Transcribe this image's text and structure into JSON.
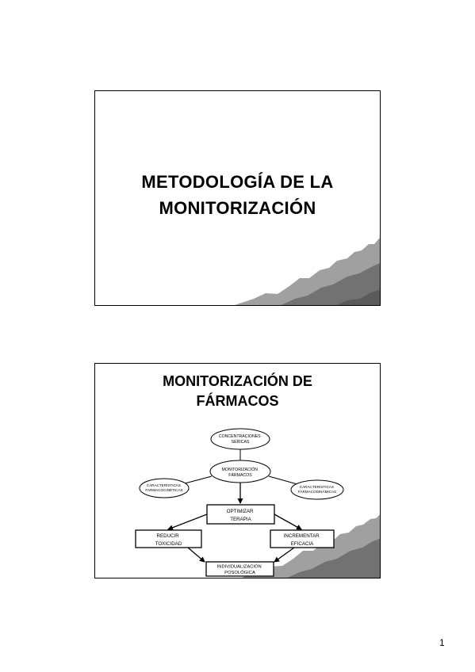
{
  "slides": [
    {
      "title_lines": [
        "METODOLOGÍA DE LA",
        "MONITORIZACIÓN"
      ]
    },
    {
      "title_lines": [
        "MONITORIZACIÓN DE",
        "FÁRMACOS"
      ],
      "diagram": {
        "concentraciones_lines": [
          "CONCENTRACIONES",
          "SÉRICAS"
        ],
        "monitorizacion_lines": [
          "MONITORIZACIÓN",
          "FÁRMACOS"
        ],
        "farmacocineticas_lines": [
          "CARACTERÍSTICAS",
          "FARMACOCINÉTICAS"
        ],
        "farmacodinamicas_lines": [
          "CARACTERÍSTICAS",
          "FARMACODINÁMICAS"
        ],
        "optimizar_lines": [
          "OPTIMIZAR",
          "TERAPIA"
        ],
        "reducir_lines": [
          "REDUCIR",
          "TOXICIDAD"
        ],
        "incrementar_lines": [
          "INCREMENTAR",
          "EFICACIA"
        ],
        "individualizacion_lines": [
          "INDIVIDUALIZACIÓN",
          "POSOLÓGICA"
        ]
      }
    }
  ],
  "page_number": "1",
  "colors": {
    "border": "#000000",
    "decoration": "#9a9a9a",
    "decoration_dark": "#6f6f6f"
  }
}
